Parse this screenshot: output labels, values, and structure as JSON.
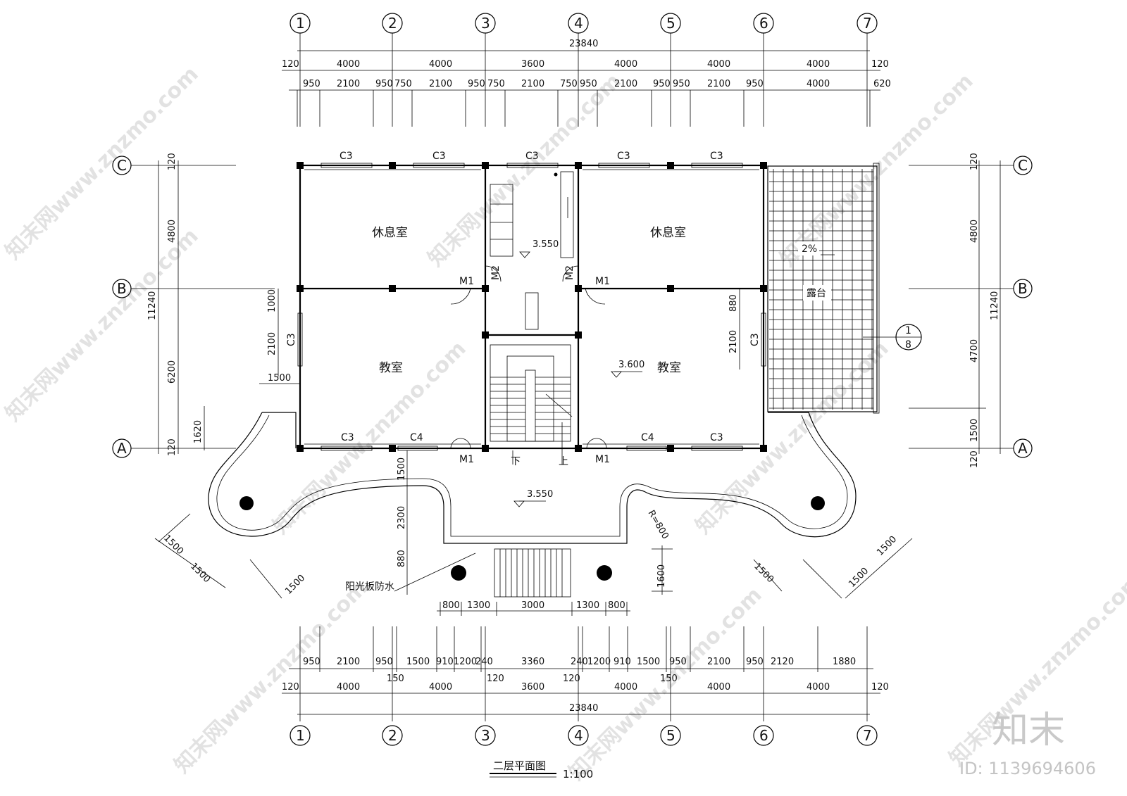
{
  "drawing": {
    "title": "二层平面图",
    "scale": "1:100",
    "brand": "知末",
    "id_label": "ID: 1139694606",
    "watermark": "知末网www.znzmo.com"
  },
  "axes": {
    "columns": [
      "1",
      "2",
      "3",
      "4",
      "5",
      "6",
      "7"
    ],
    "rows": [
      "C",
      "B",
      "A"
    ]
  },
  "dimensions": {
    "top_total": "23840",
    "top_bays": [
      "120",
      "4000",
      "4000",
      "3600",
      "4000",
      "4000",
      "4000",
      "120"
    ],
    "top_openings": [
      "950",
      "2100",
      "950",
      "750",
      "2100",
      "950",
      "750",
      "2100",
      "750",
      "950",
      "2100",
      "950",
      "950",
      "2100",
      "950",
      "4000",
      "620"
    ],
    "bottom_openings": [
      "950",
      "2100",
      "950",
      "1500",
      "910",
      "1200",
      "240",
      "3360",
      "240",
      "1200",
      "910",
      "1500",
      "950",
      "2100",
      "950",
      "2120",
      "1880"
    ],
    "bottom_small": [
      "150",
      "120",
      "120",
      "150"
    ],
    "bottom_bays": [
      "120",
      "4000",
      "4000",
      "3600",
      "4000",
      "4000",
      "4000",
      "120"
    ],
    "bottom_total": "23840",
    "left_overall": "11240",
    "left_parts": [
      "120",
      "4800",
      "6200",
      "120"
    ],
    "left_window": [
      "1000",
      "2100"
    ],
    "left_porch": [
      "1500",
      "1620"
    ],
    "right_overall": "11240",
    "right_parts": [
      "120",
      "4800",
      "4700",
      "1500",
      "120"
    ],
    "right_window": [
      "880",
      "2100"
    ],
    "entry_vertical": [
      "1500",
      "2300",
      "880"
    ],
    "entry_right": "1600",
    "entry_bottom": [
      "800",
      "1300",
      "3000",
      "1300",
      "800"
    ],
    "diag_left": [
      "1500",
      "1500",
      "1500"
    ],
    "diag_right": [
      "1500",
      "1500",
      "1500"
    ],
    "radius": "R=800"
  },
  "rooms": {
    "rest_left": "休息室",
    "rest_right": "休息室",
    "class_left": "教室",
    "class_right": "教室",
    "terrace": "露台"
  },
  "labels": {
    "window_c3": "C3",
    "window_c4": "C4",
    "door_m1": "M1",
    "door_m2": "M2",
    "elev_stair": "3.550",
    "elev_class": "3.600",
    "elev_entry": "3.550",
    "slope": "2%",
    "down": "下",
    "up": "上",
    "waterproof": "阳光板防水",
    "detail_top": "1",
    "detail_bottom": "8"
  }
}
